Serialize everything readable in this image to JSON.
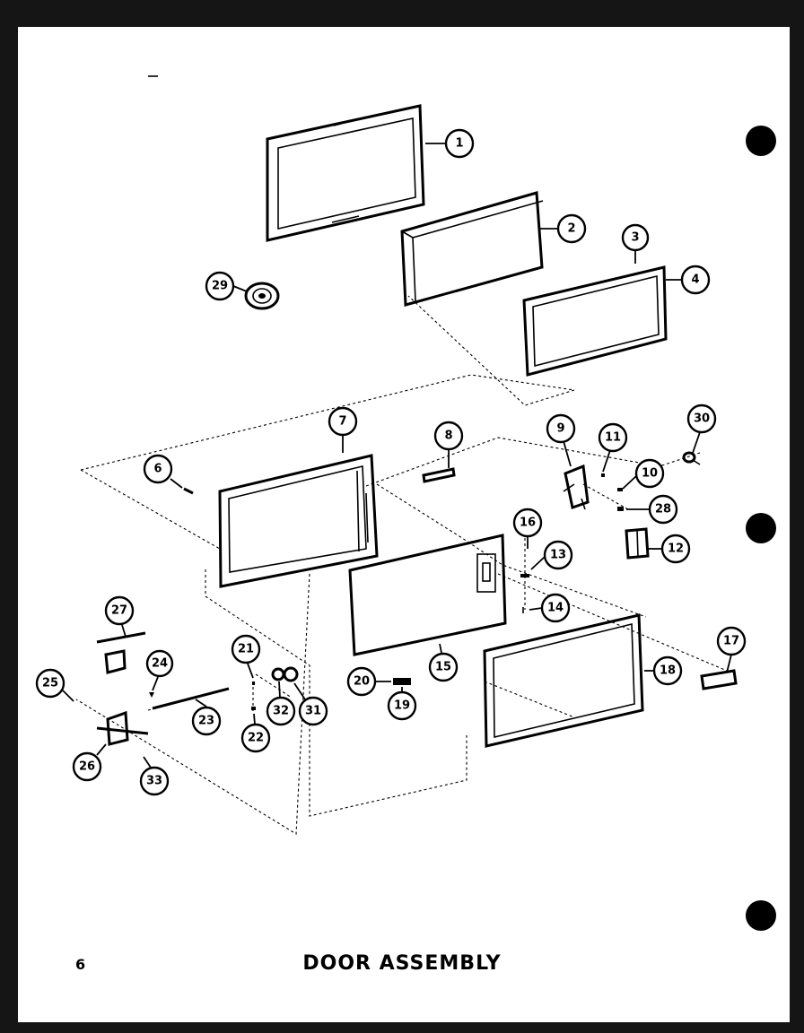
{
  "title": "DOOR ASSEMBLY",
  "page_number": "6",
  "callouts": [
    {
      "label": "1"
    },
    {
      "label": "2"
    },
    {
      "label": "3"
    },
    {
      "label": "4"
    },
    {
      "label": "29"
    },
    {
      "label": "7"
    },
    {
      "label": "8"
    },
    {
      "label": "6"
    },
    {
      "label": "9"
    },
    {
      "label": "11"
    },
    {
      "label": "30"
    },
    {
      "label": "10"
    },
    {
      "label": "28"
    },
    {
      "label": "12"
    },
    {
      "label": "16"
    },
    {
      "label": "13"
    },
    {
      "label": "14"
    },
    {
      "label": "27"
    },
    {
      "label": "24"
    },
    {
      "label": "25"
    },
    {
      "label": "21"
    },
    {
      "label": "32"
    },
    {
      "label": "31"
    },
    {
      "label": "23"
    },
    {
      "label": "22"
    },
    {
      "label": "26"
    },
    {
      "label": "33"
    },
    {
      "label": "20"
    },
    {
      "label": "19"
    },
    {
      "label": "15"
    },
    {
      "label": "18"
    },
    {
      "label": "17"
    }
  ]
}
